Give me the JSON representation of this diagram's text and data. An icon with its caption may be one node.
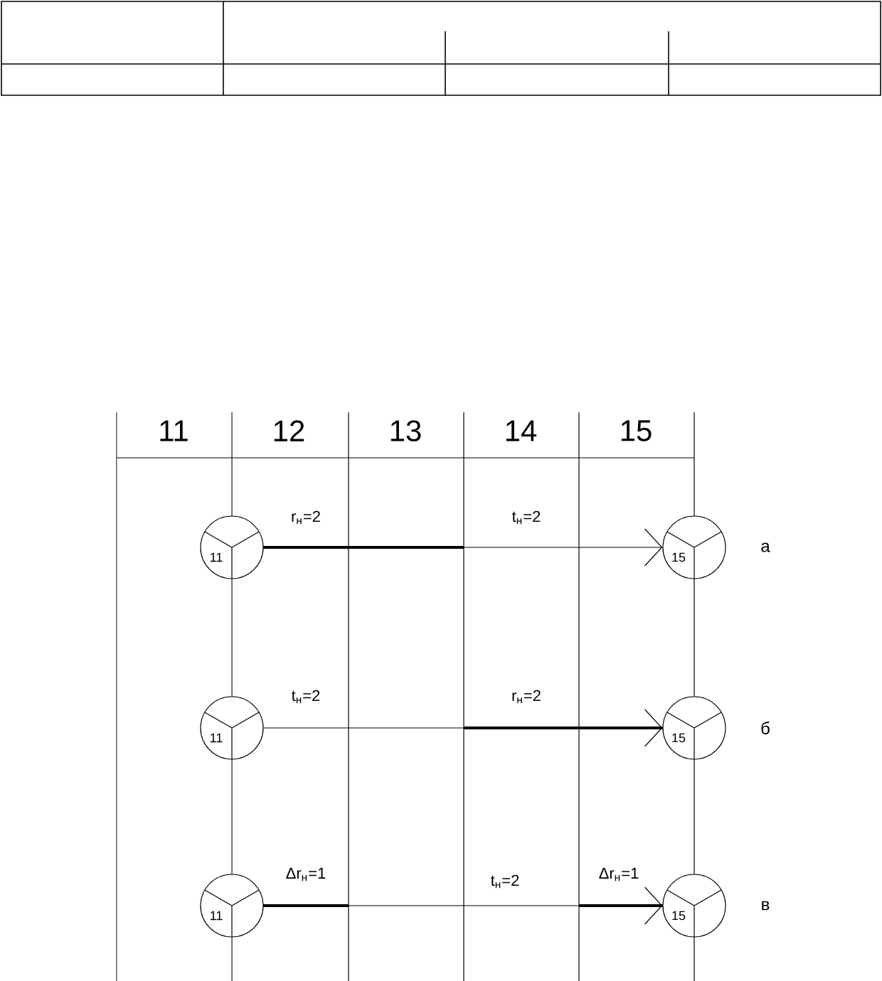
{
  "diagram": {
    "nodes": [
      {
        "text": [
          "11"
        ]
      },
      {
        "text": [
          "15"
        ],
        "beside": [
          "а"
        ]
      },
      {
        "text": [
          "11"
        ]
      },
      {
        "text": [
          "15"
        ],
        "beside": [
          "б"
        ]
      },
      {
        "text": [
          "11"
        ]
      },
      {
        "text": [
          "15"
        ],
        "beside": [
          "в"
        ]
      }
    ],
    "edges": [
      {
        "from": 0,
        "to": 1,
        "arrow": "to"
      },
      {
        "from": 2,
        "to": 3,
        "arrow": "to"
      },
      {
        "from": 4,
        "to": 5,
        "arrow": "to"
      }
    ],
    "labels": [
      "11",
      "12",
      "13",
      "14",
      "15",
      "r$_{н}$=2",
      "t$_{н}$=2",
      "t$_{н}$=2",
      "r$_{н}$=2",
      "Δr$_{н}$=1",
      "t$_{н}$=2",
      "Δr$_{н}$=1"
    ]
  }
}
